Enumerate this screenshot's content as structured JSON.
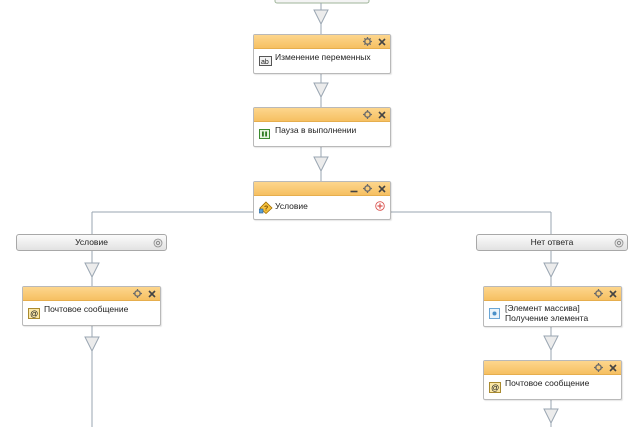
{
  "activities": {
    "variables_change": {
      "label": "Изменение переменных"
    },
    "pause": {
      "label": "Пауза в выполнении"
    },
    "condition": {
      "label": "Условие"
    },
    "mail_left": {
      "label": "Почтовое сообщение"
    },
    "array_element": {
      "line1": "[Элемент массива]",
      "line2": "Получение элемента"
    },
    "mail_right": {
      "label": "Почтовое сообщение"
    }
  },
  "branches": {
    "left": {
      "label": "Условие"
    },
    "right": {
      "label": "Нет ответа"
    }
  },
  "colors": {
    "header": "#f6c062",
    "header_border": "#e6ae4e",
    "connector": "#9aa6b2",
    "plus_red": "#d9534f"
  },
  "icons": {
    "card_controls": [
      "gear-icon",
      "close-icon"
    ],
    "condition_controls": [
      "minimize-icon",
      "gear-icon",
      "close-icon"
    ],
    "variables_change": "variable-edit-icon",
    "pause": "pause-icon",
    "condition": "condition-icon",
    "mail": "mail-icon",
    "array_element": "array-element-icon",
    "branch": "gear-icon",
    "add": "add-branch-icon"
  }
}
